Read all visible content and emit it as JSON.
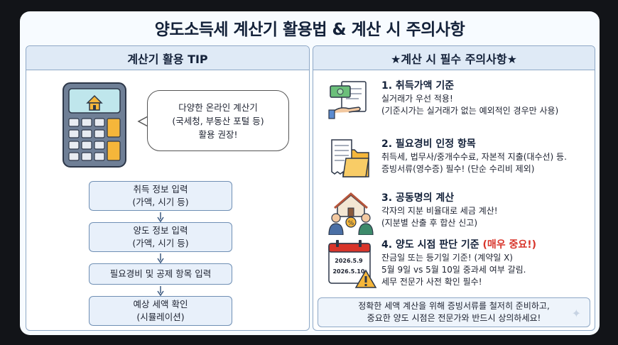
{
  "title": "양도소득세 계산기 활용법 & 계산 시 주의사항",
  "left": {
    "heading": "계산기 활용 TIP",
    "bubble": [
      "다양한 온라인 계산기",
      "(국세청, 부동산 포털 등)",
      "활용 권장!"
    ],
    "steps": [
      {
        "line1": "취득 정보 입력",
        "line2": "(가액, 시기 등)"
      },
      {
        "line1": "양도 정보 입력",
        "line2": "(가액, 시기 등)"
      },
      {
        "line1": "필요경비 및 공제 항목 입력",
        "line2": ""
      },
      {
        "line1": "예상 세액 확인",
        "line2": "(시뮬레이션)"
      }
    ]
  },
  "right": {
    "heading": "★계산 시 필수 주의사항★",
    "items": [
      {
        "title": "1. 취득가액 기준",
        "lines": [
          "실거래가 우선 적용!",
          "(기준시가는 실거래가 없는 예외적인 경우만 사용)"
        ]
      },
      {
        "title": "2. 필요경비 인정 항목",
        "lines": [
          "취득세, 법무사/중개수수료, 자본적 지출(대수선) 등.",
          "증빙서류(영수증) 필수! (단순 수리비 제외)"
        ]
      },
      {
        "title": "3. 공동명의 계산",
        "lines": [
          "각자의 지분 비율대로 세금 계산!",
          "(지분별 산출 후 합산 신고)"
        ]
      },
      {
        "title": "4. 양도 시점 판단 기준",
        "urgent": "(매우 중요!)",
        "lines": [
          "잔금일 또는 등기일 기준! (계약일 X)",
          "5월 9일 vs 5월 10일 중과세 여부 갈림.",
          "세무 전문가 사전 확인 필수!"
        ]
      }
    ],
    "calendar_dates": [
      "2026.5.9",
      "2026.5.10"
    ],
    "note": [
      "정확한 세액 계산을 위해 증빙서류를 철저히 준비하고,",
      "중요한 양도 시점은 전문가와 반드시 상의하세요!"
    ]
  },
  "icons": {
    "calculator": "calculator-icon",
    "money_document": "money-document-icon",
    "receipt_folder": "receipt-folder-icon",
    "co_owners": "co-owners-house-icon",
    "calendar_warning": "calendar-warning-icon"
  },
  "colors": {
    "accent_blue": "#dfeaf6",
    "border": "#8ea8c6",
    "urgent_red": "#d8342a",
    "calculator_yellow": "#f5b63a"
  }
}
